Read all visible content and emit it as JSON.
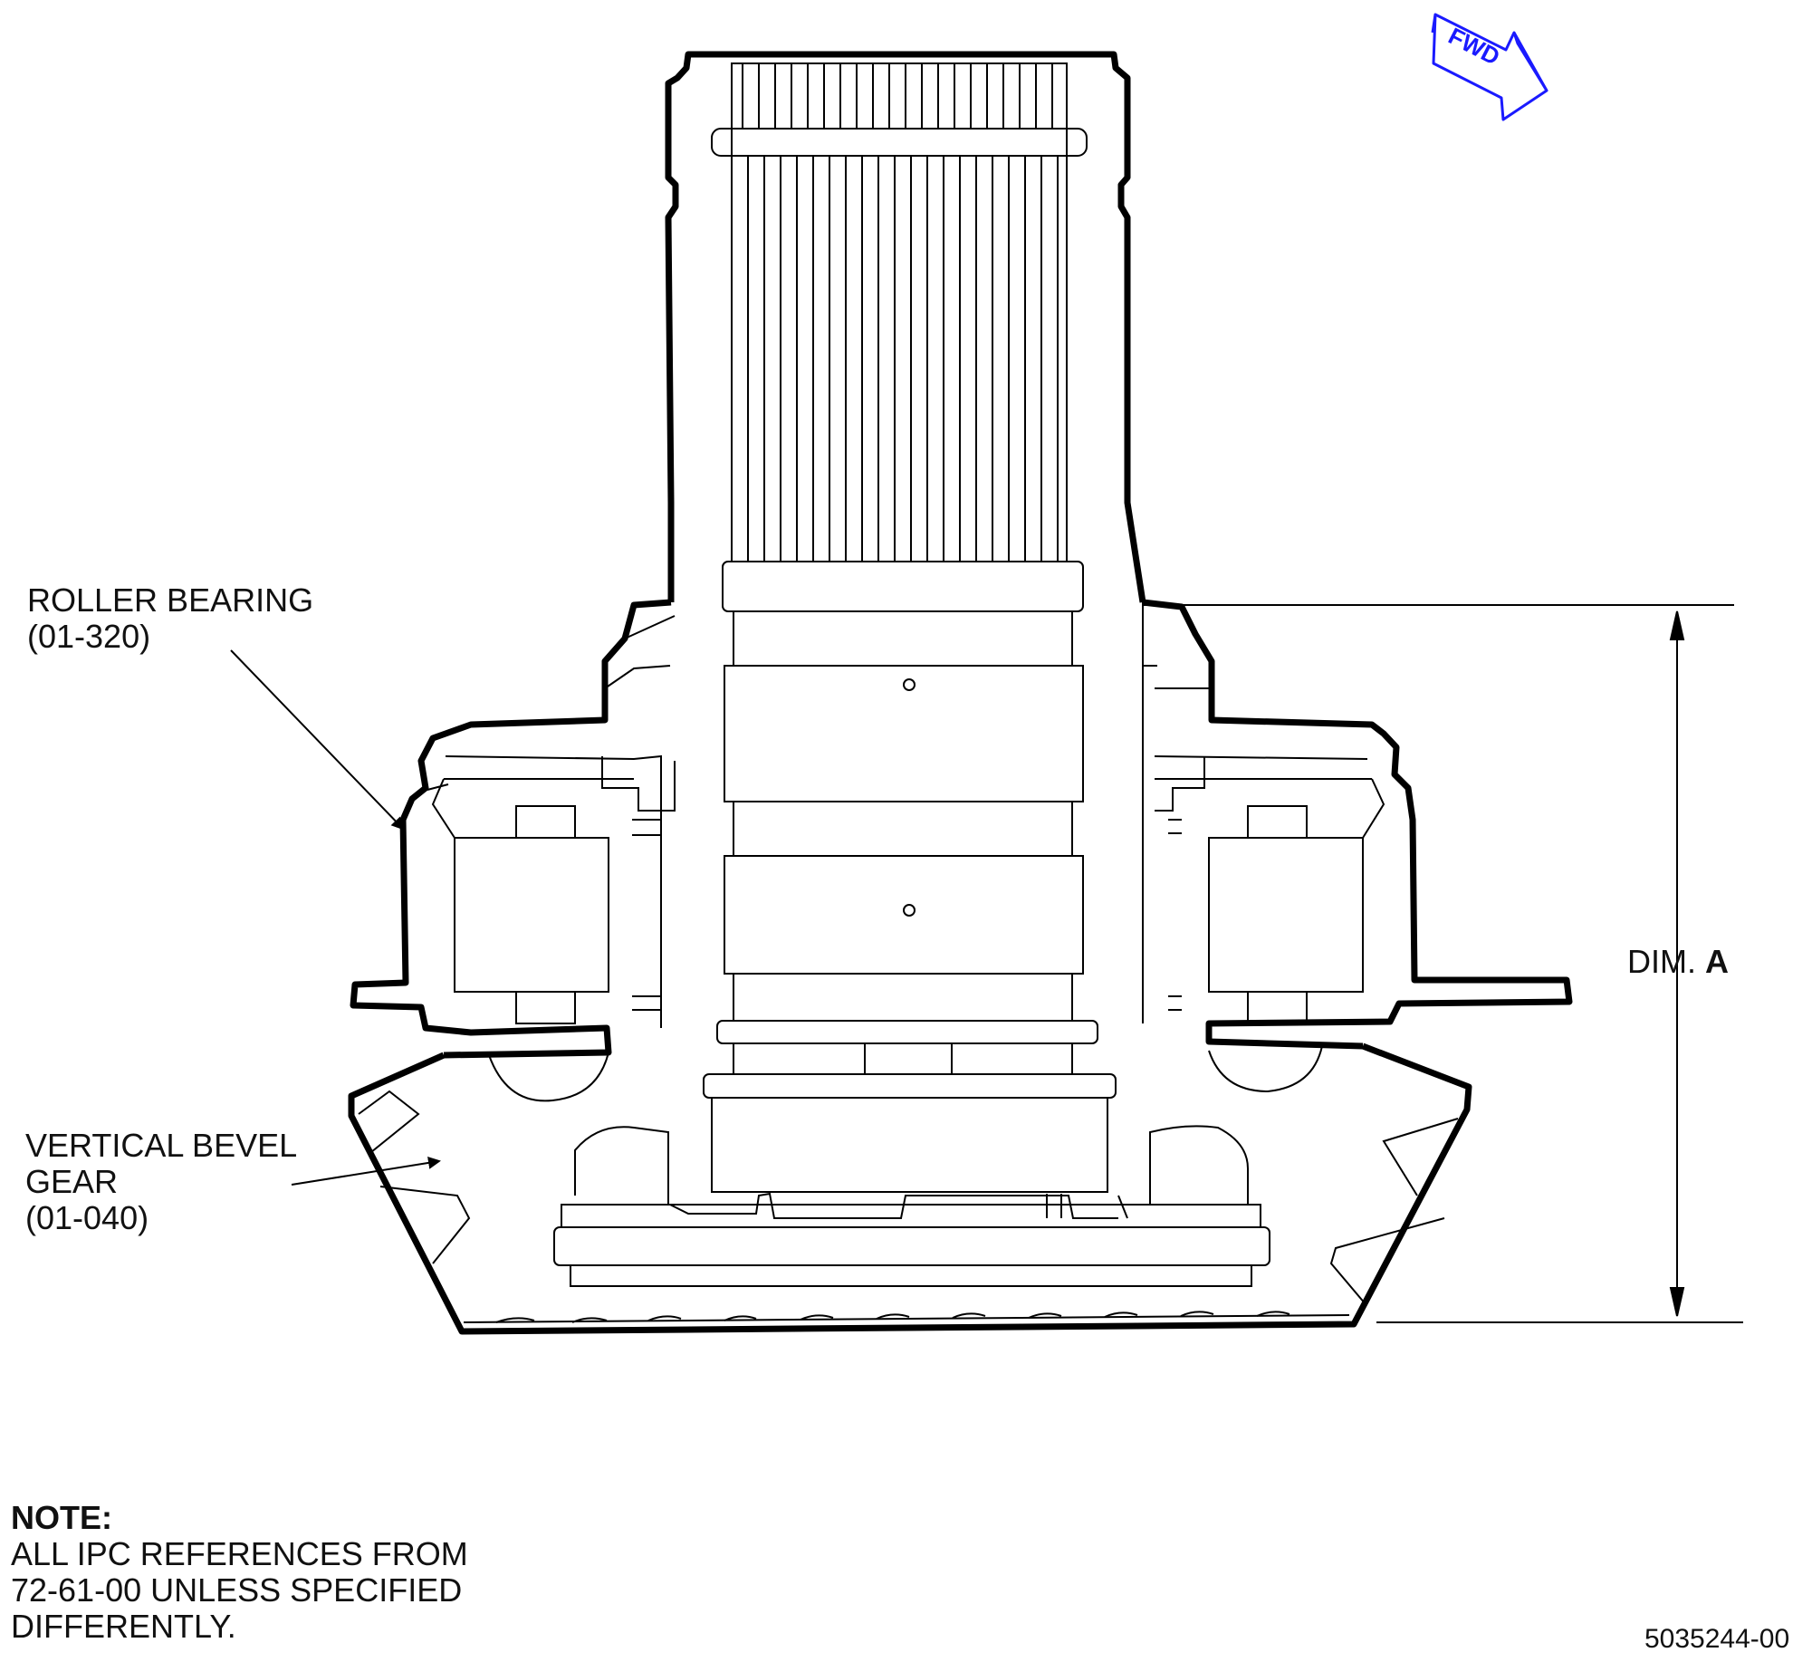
{
  "labels": {
    "roller_bearing": [
      "ROLLER BEARING",
      "(01-320)"
    ],
    "vertical_bevel_gear": [
      "VERTICAL BEVEL",
      "GEAR",
      "(01-040)"
    ],
    "dim_prefix": "DIM.",
    "dim_letter": "A",
    "fwd": "FWD"
  },
  "note": {
    "heading": "NOTE:",
    "lines": [
      "ALL IPC REFERENCES FROM",
      "72-61-00 UNLESS SPECIFIED",
      "DIFFERENTLY."
    ]
  },
  "figure_id": "5035244-00",
  "colors": {
    "line": "#000000",
    "fwd_arrow": "#1a1aff"
  }
}
